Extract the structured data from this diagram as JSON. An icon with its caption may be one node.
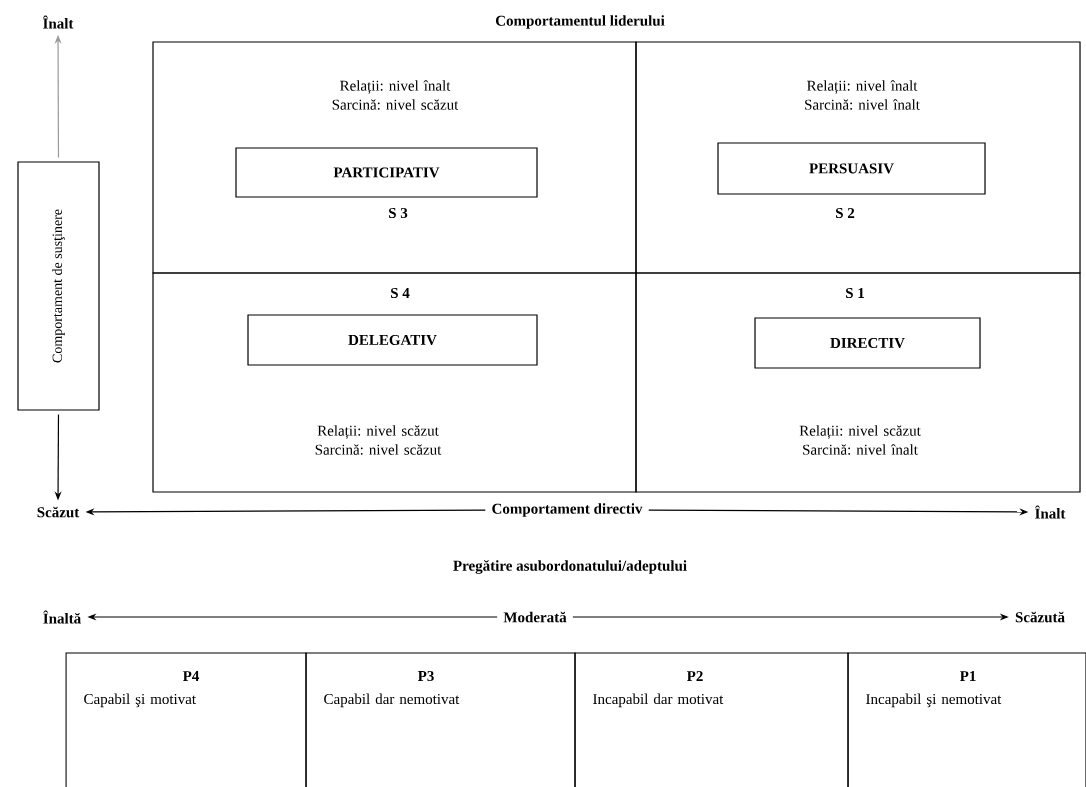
{
  "diagram": {
    "title": "Comportamentul liderului",
    "nodes": [
      {
        "text": [
          "Înalt"
        ]
      },
      {
        "text": [
          "Relații: nivel înalt Sarcină: nivel scăzut",
          "S 3"
        ]
      },
      {
        "text": [
          "PARTICIPATIV"
        ],
        "in": 1
      },
      {
        "text": [
          "Relații: nivel înalt Sarcină: nivel înalt",
          "S 2"
        ]
      },
      {
        "text": [
          "PERSUASIV"
        ],
        "in": 3
      },
      {
        "text": [
          "Comportament de susţinere"
        ]
      },
      {
        "text": [
          "S 4",
          "Relații: nivel scăzut Sarcină: nivel scăzut"
        ]
      },
      {
        "text": [
          "DELEGATIV"
        ],
        "in": 6
      },
      {
        "text": [
          "S 1",
          "Relații: nivel scăzut Sarcină: nivel înalt"
        ]
      },
      {
        "text": [
          "DIRECTIV"
        ],
        "in": 8
      },
      {
        "text": [
          "Scăzut"
        ]
      },
      {
        "text": [
          "Comportament directiv"
        ]
      },
      {
        "text": [
          "Înalt"
        ]
      },
      {
        "text": [
          "Înaltă"
        ]
      },
      {
        "text": [
          "Moderată"
        ]
      },
      {
        "text": [
          "Scăzută"
        ]
      },
      {
        "text": [
          "P4",
          "Capabil şi motivat"
        ]
      },
      {
        "text": [
          "P3",
          "Capabil dar nemotivat"
        ]
      },
      {
        "text": [
          "P2",
          "Incapabil dar motivat"
        ]
      },
      {
        "text": [
          "P1",
          "Incapabil şi nemotivat"
        ]
      }
    ],
    "edges": [
      {
        "from": 5,
        "to": 0,
        "arrow": "to",
        "color": "#999999"
      },
      {
        "from": 5,
        "to": 10,
        "arrow": "to"
      },
      {
        "from": 11,
        "to": 10,
        "arrow": "to"
      },
      {
        "from": 11,
        "to": 12,
        "arrow": "to"
      },
      {
        "from": 14,
        "to": 13,
        "arrow": "to"
      },
      {
        "from": 14,
        "to": 15,
        "arrow": "to"
      }
    ],
    "labels": [
      "Pregătire asubordonatului/adeptului"
    ]
  }
}
